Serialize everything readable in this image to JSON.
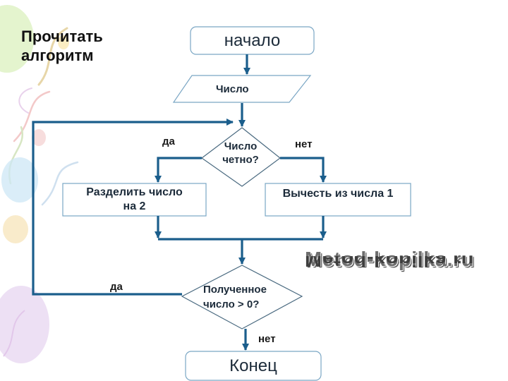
{
  "title": "Прочитать\nалгоритм",
  "nodes": {
    "start": "начало",
    "input": "Число",
    "decision_even": "Число\nчетно?",
    "process_divide": "Разделить число\nна 2",
    "process_subtract": "Вычесть из числа 1",
    "decision_positive": "Полученное\nчисло > 0?",
    "end": "Конец"
  },
  "edge_labels": {
    "even_yes": "да",
    "even_no": "нет",
    "positive_yes": "да",
    "positive_no": "нет"
  },
  "watermark": "Metod-kopilka.ru",
  "colors": {
    "line": "#1b5e8c",
    "box_border": "#7aa6c4",
    "text": "#1c2b3a"
  }
}
